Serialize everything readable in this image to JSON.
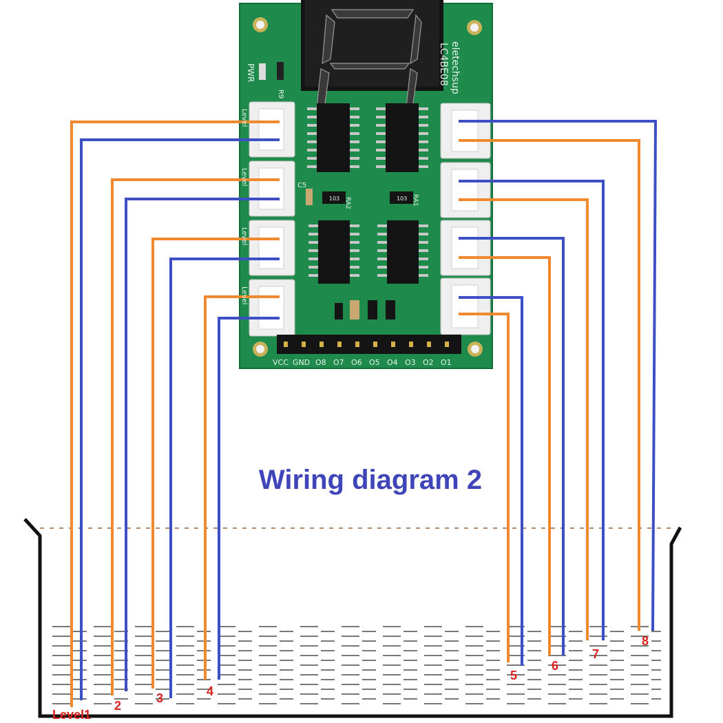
{
  "diagram_title": "Wiring diagram 2",
  "board": {
    "brand": "eletechsup",
    "model": "LC4BE08",
    "pwr_label": "PWR",
    "r9": "R9",
    "c5": "C5",
    "ra1": "RA1",
    "ra2": "RA2",
    "resistor_code": "103",
    "level_text": "Level",
    "header_pins": [
      "VCC",
      "GND",
      "O8",
      "O7",
      "O6",
      "O5",
      "O4",
      "O3",
      "O2",
      "O1"
    ]
  },
  "levels": [
    "Level1",
    "2",
    "3",
    "4",
    "5",
    "6",
    "7",
    "8"
  ],
  "colors": {
    "board": "#1e8a4c",
    "orange_wire": "#f0892e",
    "blue_wire": "#3c4fc4",
    "label_red": "#d8231f",
    "title_blue": "#3f44b8"
  }
}
